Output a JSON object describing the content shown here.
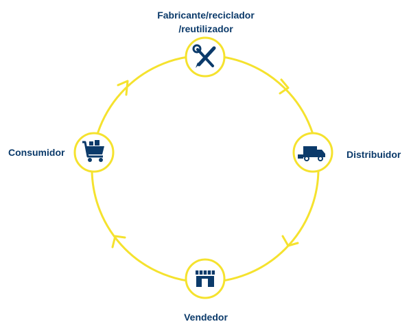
{
  "diagram": {
    "colors": {
      "ring": "#f5e22e",
      "node_fill": "#ffffff",
      "icon": "#0b3a6a",
      "label": "#0b3a6a"
    },
    "nodes": [
      {
        "id": "manufacturer",
        "label_lines": [
          "Fabricante/reciclador",
          "/reutilizador"
        ],
        "icon": "pencil-wrench-icon"
      },
      {
        "id": "distributor",
        "label": "Distribuidor",
        "icon": "delivery-truck-icon"
      },
      {
        "id": "seller",
        "label": "Vendedor",
        "icon": "storefront-icon"
      },
      {
        "id": "consumer",
        "label": "Consumidor",
        "icon": "shopping-cart-icon"
      }
    ],
    "flow_direction": "clockwise"
  }
}
